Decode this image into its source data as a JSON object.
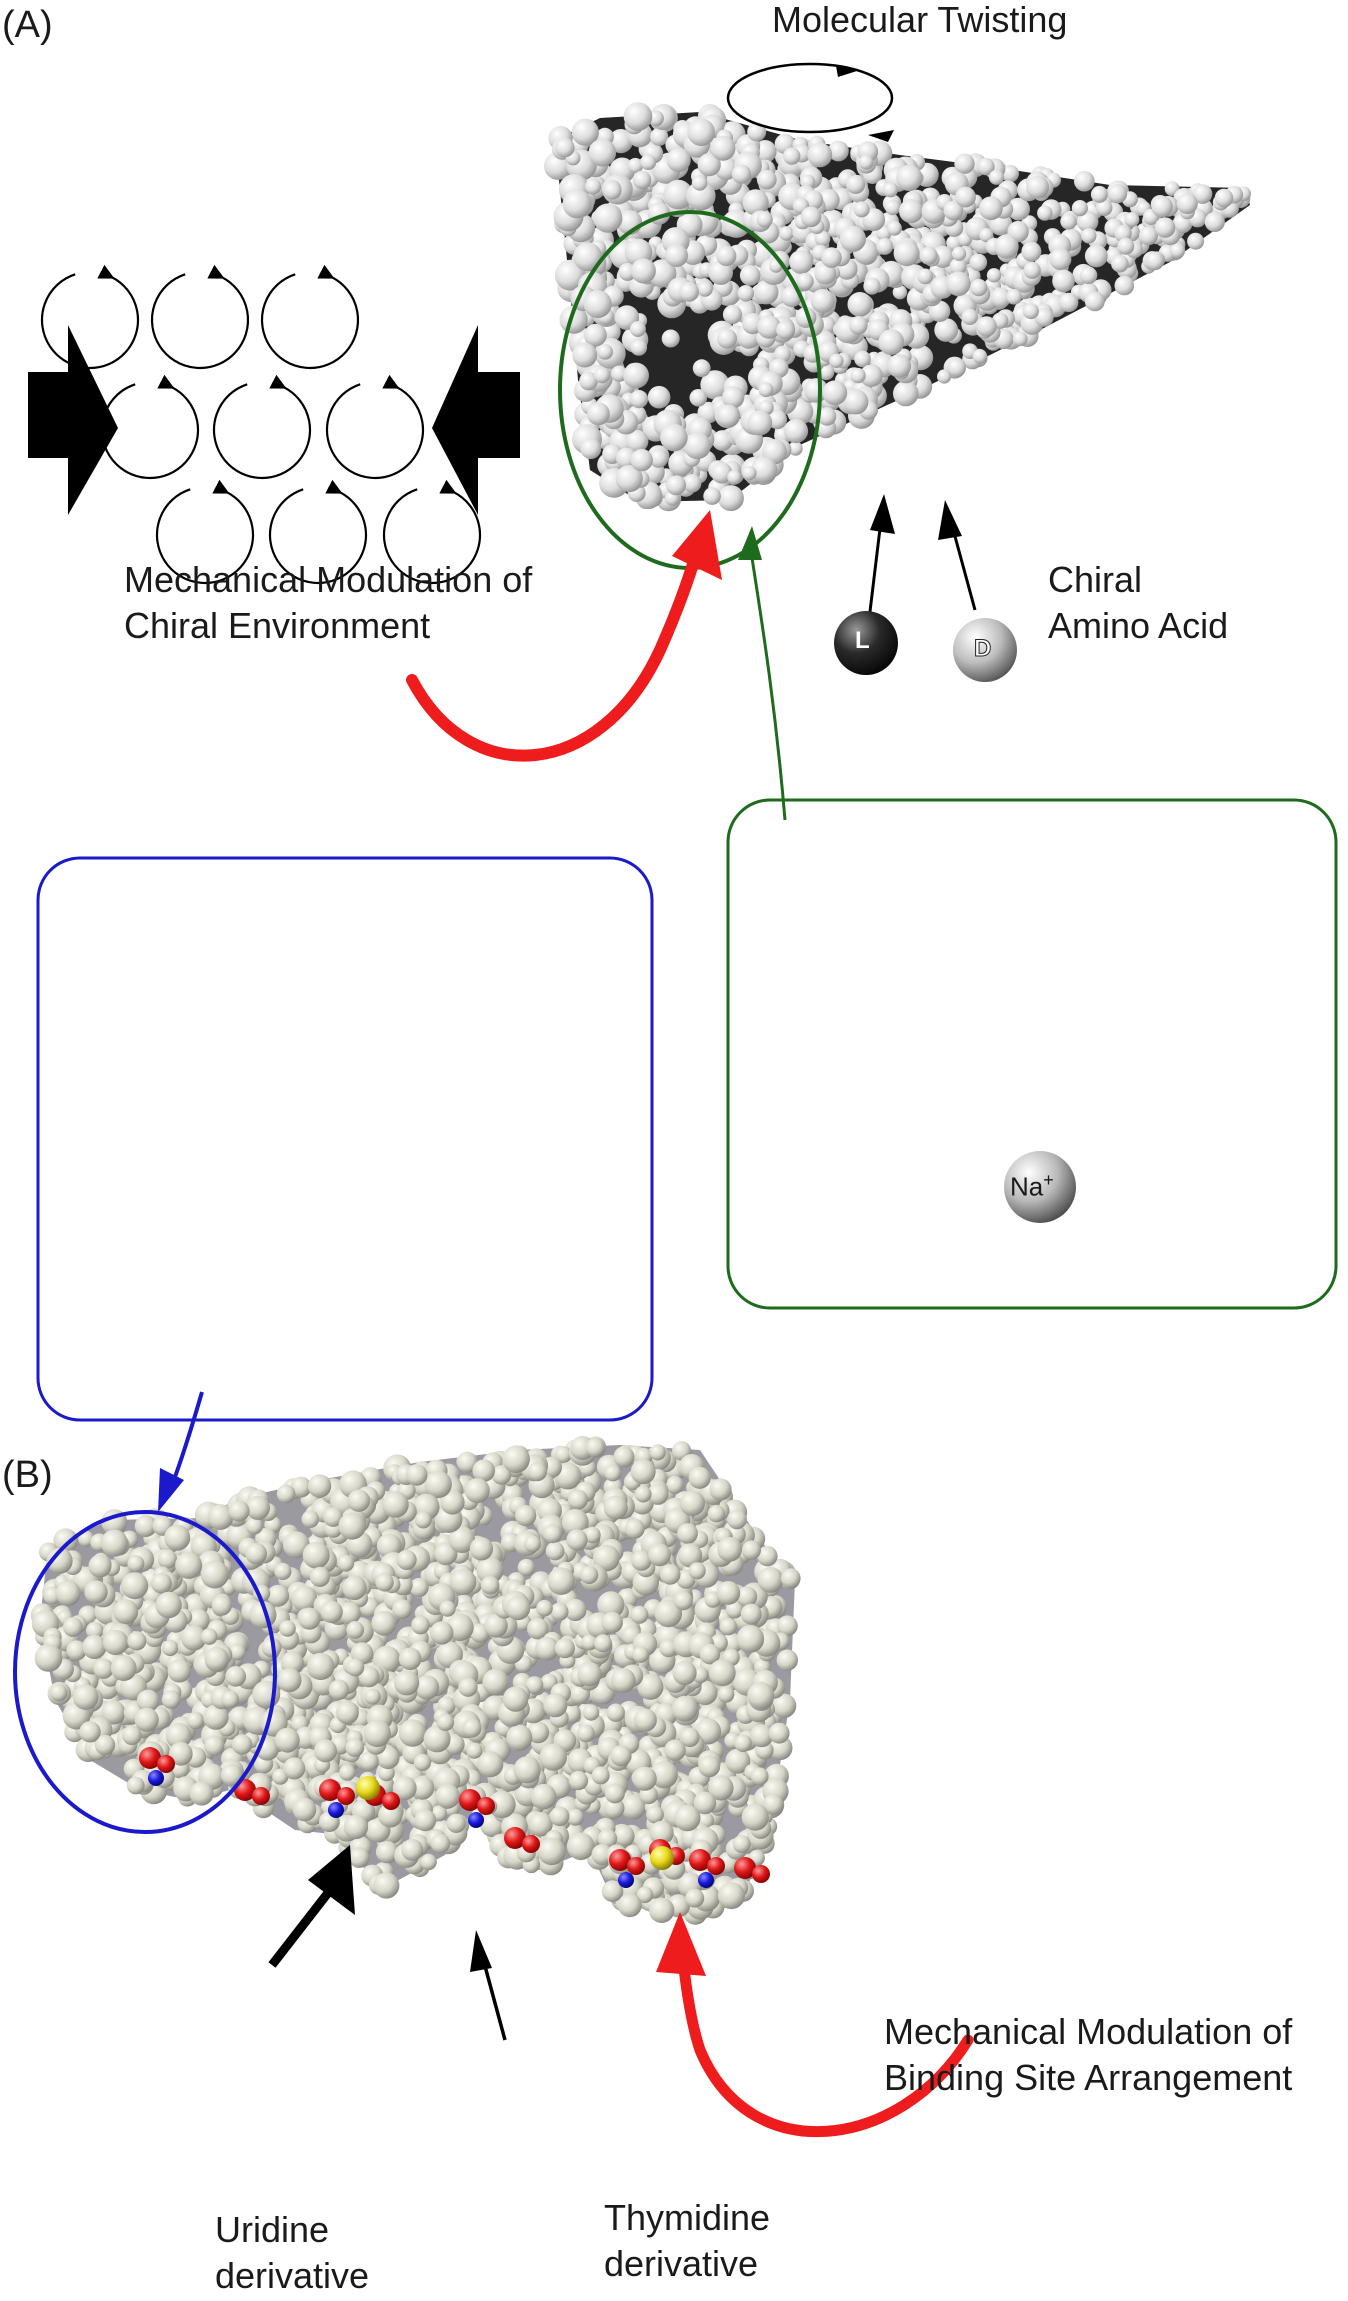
{
  "panels": {
    "a": {
      "tag": "(A)",
      "twist_label": "Molecular Twisting",
      "modulation_label_line1": "Mechanical Modulation of",
      "modulation_label_line2": "Chiral Environment",
      "amino_label_line1": "Chiral",
      "amino_label_line2": "Amino Acid",
      "l_label": "L",
      "d_label": "D",
      "ion_label": "Na",
      "ion_charge": "+"
    },
    "b": {
      "tag": "(B)",
      "modulation_label_line1": "Mechanical Modulation of",
      "modulation_label_line2": "Binding Site Arrangement",
      "uridine_line1": "Uridine",
      "uridine_line2": "derivative",
      "thymidine_line1": "Thymidine",
      "thymidine_line2": "derivative"
    }
  },
  "colors": {
    "green": "#1e6b1e",
    "blue": "#1a1acc",
    "red": "#ee1c1c",
    "black": "#000000"
  }
}
